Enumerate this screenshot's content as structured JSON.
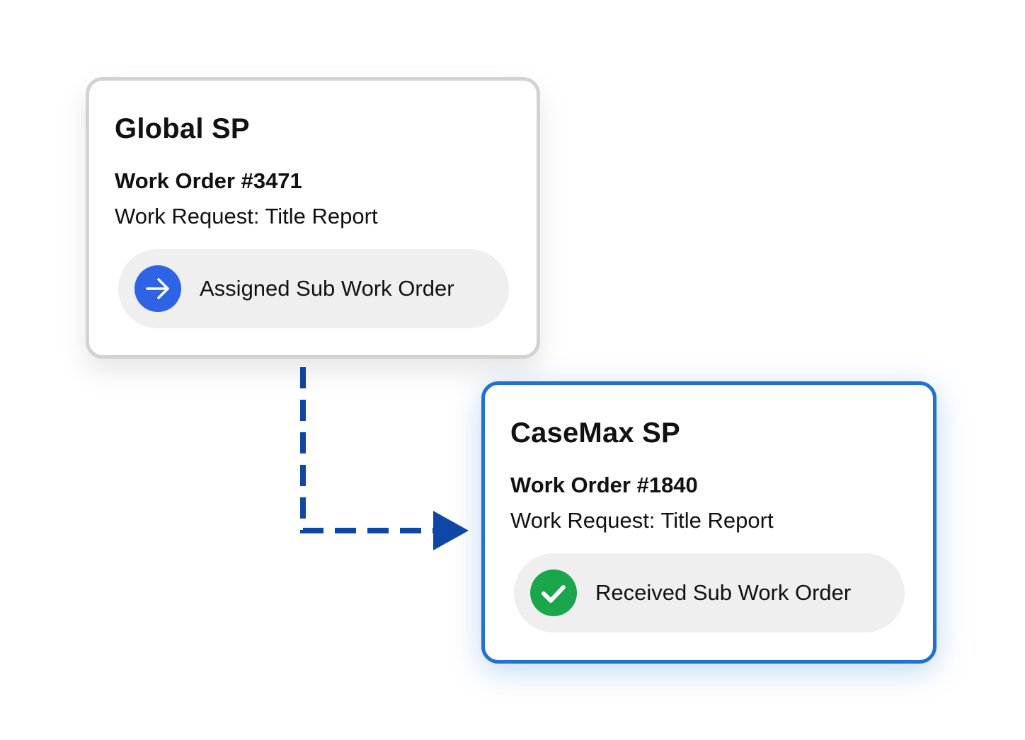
{
  "source_card": {
    "title": "Global SP",
    "work_order": "Work Order #3471",
    "work_request": "Work Request: Title Report",
    "status": {
      "label": "Assigned Sub Work Order",
      "icon": "arrow-right-icon",
      "icon_color": "#2e63e6"
    },
    "border_color": "#d2d2d2"
  },
  "target_card": {
    "title": "CaseMax SP",
    "work_order": "Work Order #1840",
    "work_request": "Work Request: Title Report",
    "status": {
      "label": "Received Sub Work Order",
      "icon": "checkmark-icon",
      "icon_color": "#1aa64a"
    },
    "border_color": "#1f72d1"
  },
  "connector": {
    "style": "dashed",
    "color": "#0f47a6",
    "direction": "source-to-target"
  }
}
